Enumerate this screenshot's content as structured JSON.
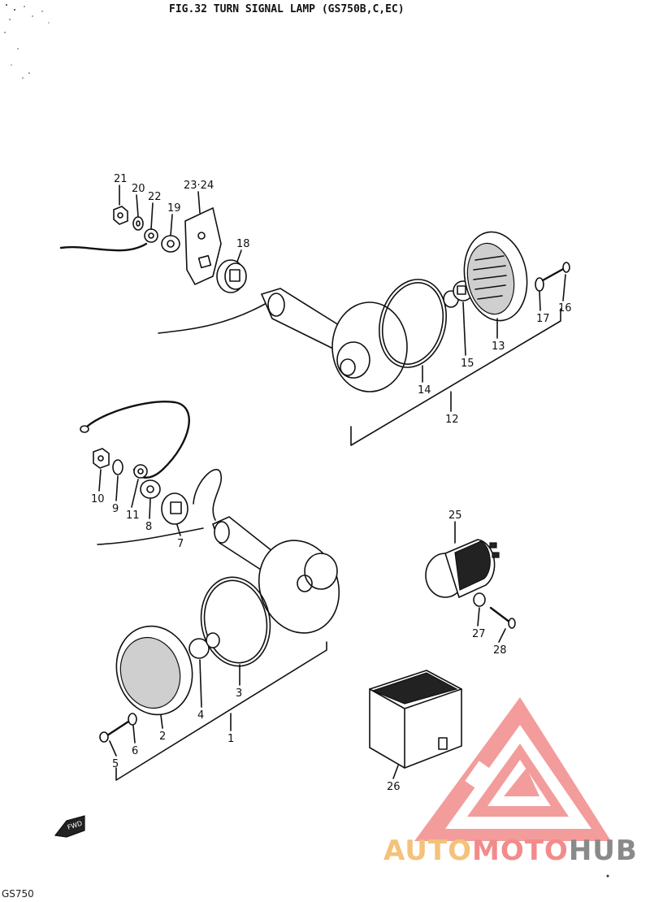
{
  "title": "FIG.32  TURN SIGNAL LAMP (GS750B,C,EC)",
  "footer": "GS750",
  "fwd_label": "FWD",
  "watermark": {
    "part1": "AUTO",
    "part2": "MOTO",
    "part3": "HUB",
    "color_primary": "#f28b8b",
    "color_accent": "#f4c27a",
    "color_dark": "#8a8a8a"
  },
  "callouts": [
    "21",
    "20",
    "22",
    "23·24",
    "19",
    "18",
    "16",
    "17",
    "13",
    "15",
    "14",
    "12",
    "10",
    "9",
    "11",
    "8",
    "7",
    "25",
    "27",
    "28",
    "3",
    "4",
    "2",
    "5",
    "6",
    "1",
    "26"
  ]
}
